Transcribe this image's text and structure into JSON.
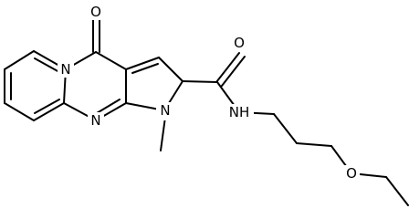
{
  "atoms": {
    "carbonyl_oxygen_ring": "O",
    "ring_nitrogen_fused": "N",
    "ring_nitrogen_bottom": "N",
    "pyrrole_nitrogen": "N",
    "methyl_label": "methyl",
    "amide_oxygen": "O",
    "amide_nh": "NH",
    "ether_oxygen": "O"
  },
  "colors": {
    "bond": "#000000",
    "label": "#000000",
    "background": "#ffffff"
  }
}
